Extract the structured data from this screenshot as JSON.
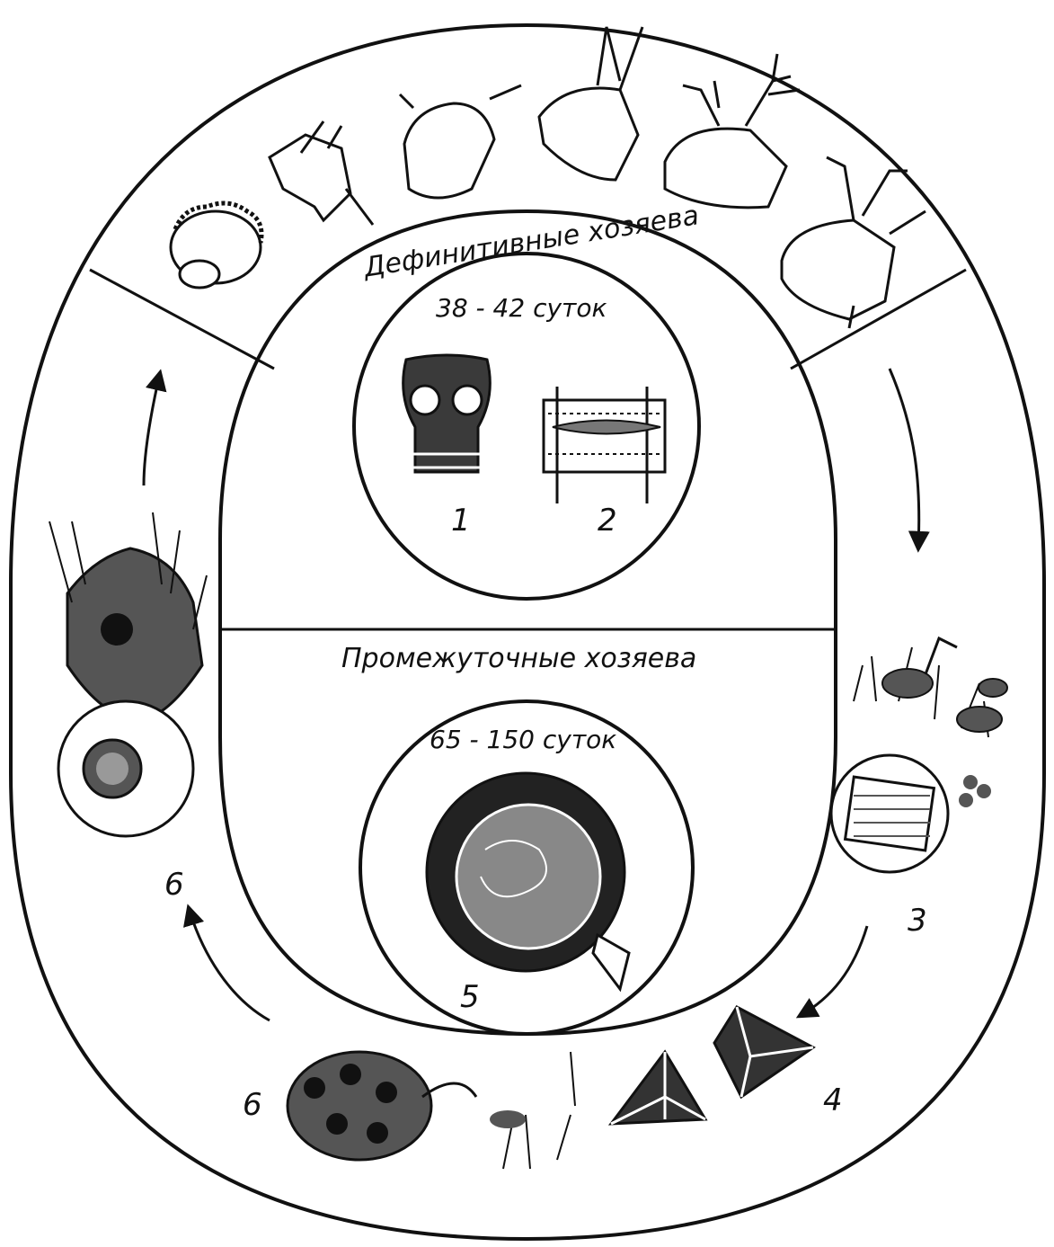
{
  "definitive_hosts": {
    "title": "Дефинитивные хозяева",
    "duration": "38 - 42 суток",
    "labels": [
      "1",
      "2"
    ]
  },
  "intermediate_hosts": {
    "title": "Промежуточные хозяева",
    "duration": "65 - 150 суток",
    "label": "5"
  },
  "stages": {
    "three": "3",
    "four": "4",
    "six_bottom": "6",
    "six_left": "6"
  },
  "colors": {
    "ink": "#111111",
    "paper": "#ffffff",
    "shade": "#3a3a3a"
  },
  "icons": [
    "sheep-head",
    "goat-head",
    "cow-head",
    "donkey-head",
    "deer-head",
    "moose-head",
    "scolex",
    "proglottid",
    "grass-with-eggs",
    "onchosphere-segment",
    "oribatid-mite-eggs",
    "mite-in-grass",
    "mite-with-cysticercoid",
    "cysticercoid"
  ]
}
